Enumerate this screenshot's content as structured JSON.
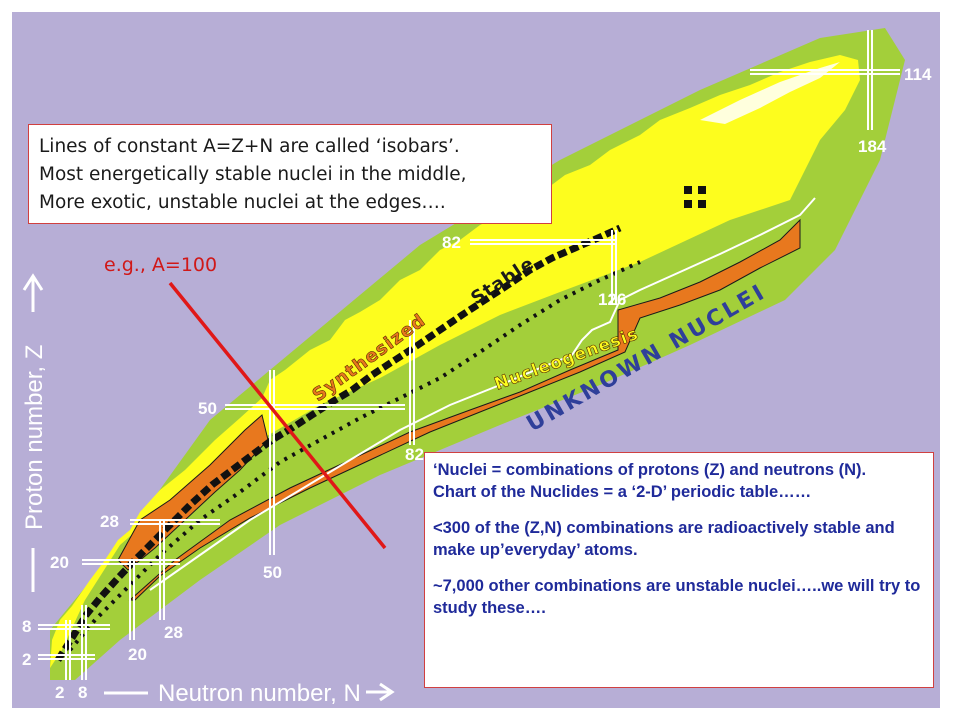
{
  "diagram": {
    "y_axis_label": "Proton number, Z",
    "x_axis_label": "Neutron number, N",
    "isobar_label": "e.g., A=100",
    "region_labels": {
      "stable": "Stable",
      "synthesized": "Synthesized",
      "nucleogenesis": "Nucleogenesis",
      "unknown": "UNKNOWN NUCLEI"
    },
    "magic_numbers": {
      "z_2": "2",
      "z_8": "8",
      "z_20": "20",
      "z_28": "28",
      "z_50": "50",
      "z_82": "82",
      "z_114": "114",
      "n_2": "2",
      "n_8": "8",
      "n_20": "20",
      "n_28": "28",
      "n_50": "50",
      "n_82": "82",
      "n_126": "126",
      "n_184": "184"
    },
    "colors": {
      "background": "#b7aed6",
      "unknown": "#a3cf3a",
      "synthesized": "#fdfd1e",
      "nucleogenesis": "#e8781e",
      "stable": "#111111",
      "isobar_line": "#e01818",
      "magic_lines": "#ffffff"
    }
  },
  "callouts": {
    "isobars": [
      "Lines of constant A=Z+N are called ‘isobars’.",
      "Most energetically stable nuclei in the middle,",
      "More exotic, unstable nuclei at the edges…."
    ],
    "nuclei": [
      "‘Nuclei = combinations of protons (Z) and neutrons (N).",
      "Chart of the Nuclides = a ‘2-D’ periodic table……",
      "<300 of the (Z,N) combinations are radioactively stable and make up’everyday’ atoms.",
      "~7,000 other combinations are unstable nuclei…..we will try to study these…."
    ]
  }
}
